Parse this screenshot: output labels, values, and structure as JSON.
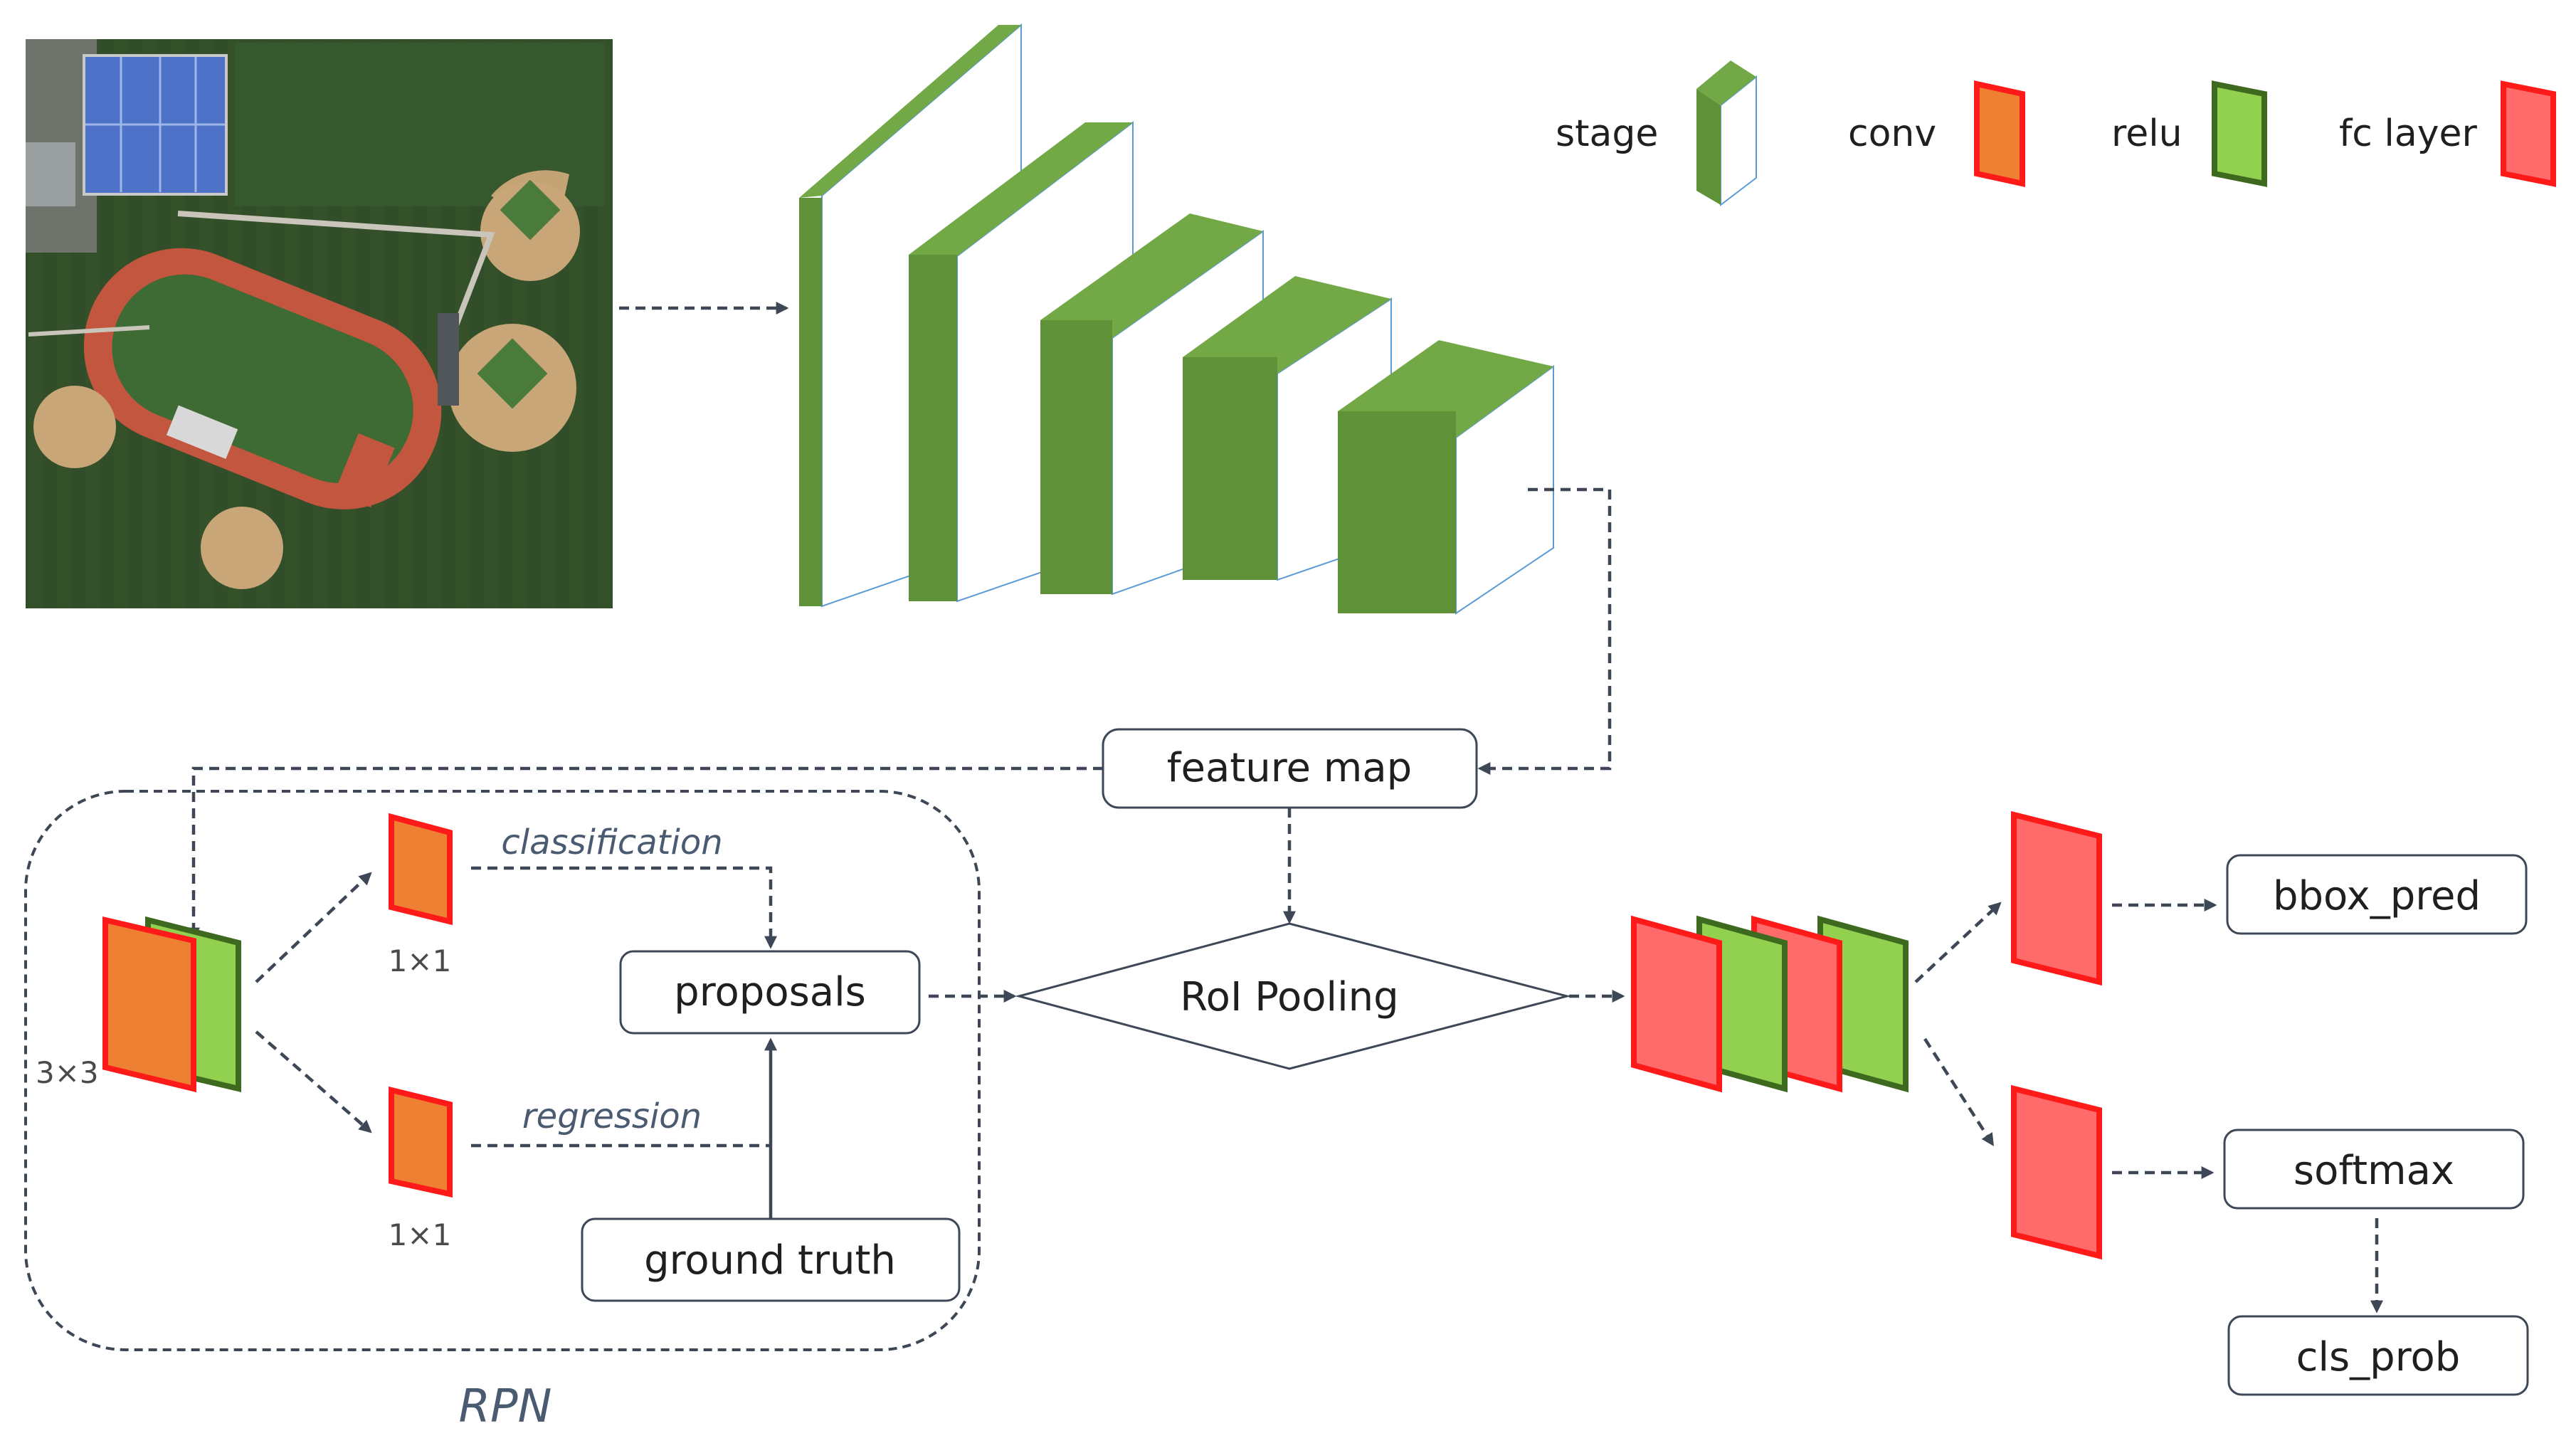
{
  "legend": {
    "stage": "stage",
    "conv": "conv",
    "relu": "relu",
    "fc": "fc layer"
  },
  "nodes": {
    "feature_map": "feature map",
    "proposals": "proposals",
    "ground_truth": "ground truth",
    "roi_pooling": "RoI Pooling",
    "bbox_pred": "bbox_pred",
    "softmax": "softmax",
    "cls_prob": "cls_prob"
  },
  "rpn": {
    "title": "RPN",
    "kernel_3x3": "3×3",
    "kernel_1x1_top": "1×1",
    "kernel_1x1_bottom": "1×1",
    "classification": "classification",
    "regression": "regression"
  },
  "colors": {
    "stage_green": "#5f9238",
    "stage_top": "#73a847",
    "conv_fill": "#ee8033",
    "conv_stroke": "#ff1a1a",
    "relu_fill": "#92d050",
    "relu_stroke": "#3d6a1e",
    "fc_fill": "#ff6b6b",
    "line": "#3d4756"
  },
  "image": {
    "description_icon": "aerial-sports-field-photo"
  }
}
